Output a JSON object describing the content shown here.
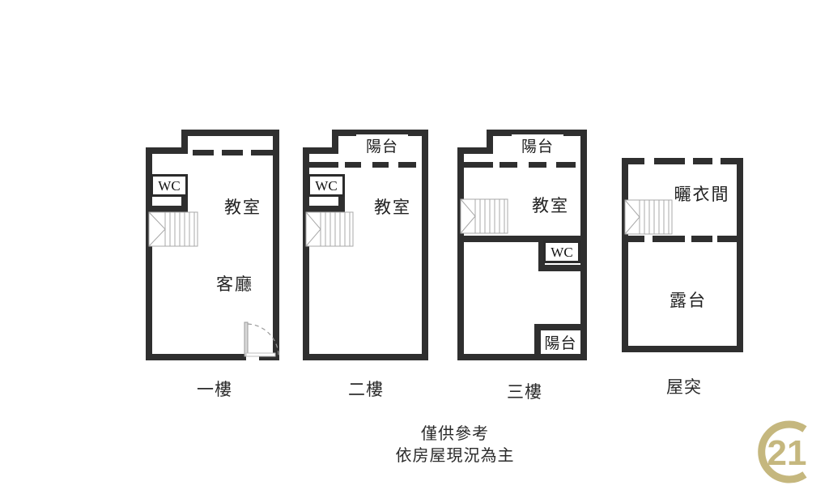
{
  "document": {
    "type": "real-estate-floor-plan",
    "disclaimer_line1": "僅供參考",
    "disclaimer_line2": "依房屋現況為主"
  },
  "logo": {
    "name": "century-21-logo",
    "text": "21",
    "color": "#c5b77e"
  },
  "colors": {
    "wall": "#2f2f2f",
    "text": "#222222",
    "background": "#ffffff",
    "stair_line": "#9a9a9a",
    "brand_gold": "#c5b77e"
  },
  "floors": [
    {
      "id": "floor-1",
      "caption": "一樓",
      "rooms": [
        {
          "name": "classroom",
          "label": "教室"
        },
        {
          "name": "living-room",
          "label": "客廳"
        },
        {
          "name": "bathroom",
          "label": "WC"
        }
      ],
      "features": [
        "staircase",
        "entry-door-swing",
        "window-wall"
      ]
    },
    {
      "id": "floor-2",
      "caption": "二樓",
      "rooms": [
        {
          "name": "balcony",
          "label": "陽台"
        },
        {
          "name": "classroom",
          "label": "教室"
        },
        {
          "name": "bathroom",
          "label": "WC"
        }
      ],
      "features": [
        "staircase",
        "window-wall"
      ]
    },
    {
      "id": "floor-3",
      "caption": "三樓",
      "rooms": [
        {
          "name": "balcony-front",
          "label": "陽台"
        },
        {
          "name": "classroom",
          "label": "教室"
        },
        {
          "name": "bathroom",
          "label": "WC"
        },
        {
          "name": "balcony-rear",
          "label": "陽台"
        }
      ],
      "features": [
        "staircase",
        "window-wall"
      ]
    },
    {
      "id": "roof",
      "caption": "屋突",
      "rooms": [
        {
          "name": "laundry-drying-room",
          "label": "曬衣間"
        },
        {
          "name": "terrace",
          "label": "露台"
        }
      ],
      "features": [
        "staircase",
        "window-wall"
      ]
    }
  ]
}
